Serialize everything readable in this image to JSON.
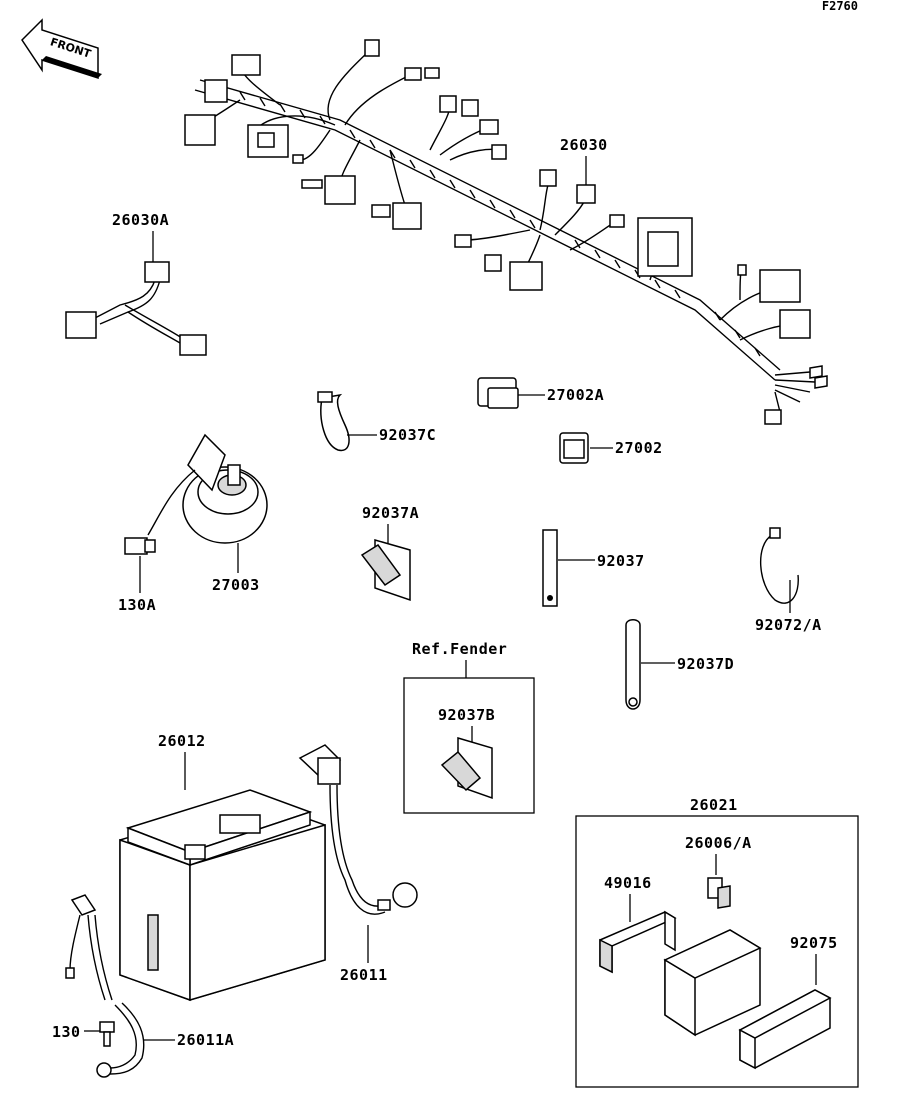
{
  "diagram_code": "F2760",
  "front_arrow": {
    "label": "FRONT"
  },
  "labels": {
    "harness_main": "26030",
    "harness_sub": "26030A",
    "relay_a": "27002A",
    "relay": "27002",
    "clamp_c": "92037C",
    "horn": "27003",
    "bolt_horn": "130A",
    "clamp_a": "92037A",
    "clamp": "92037",
    "band": "92072/A",
    "clamp_d": "92037D",
    "ref_fender": "Ref.Fender",
    "clamp_b": "92037B",
    "battery": "26012",
    "lead_battery": "26011",
    "bolt": "130",
    "lead_ground": "26011A",
    "fuse_box": "26021",
    "fuse": "26006/A",
    "bracket": "49016",
    "cover": "92075"
  }
}
